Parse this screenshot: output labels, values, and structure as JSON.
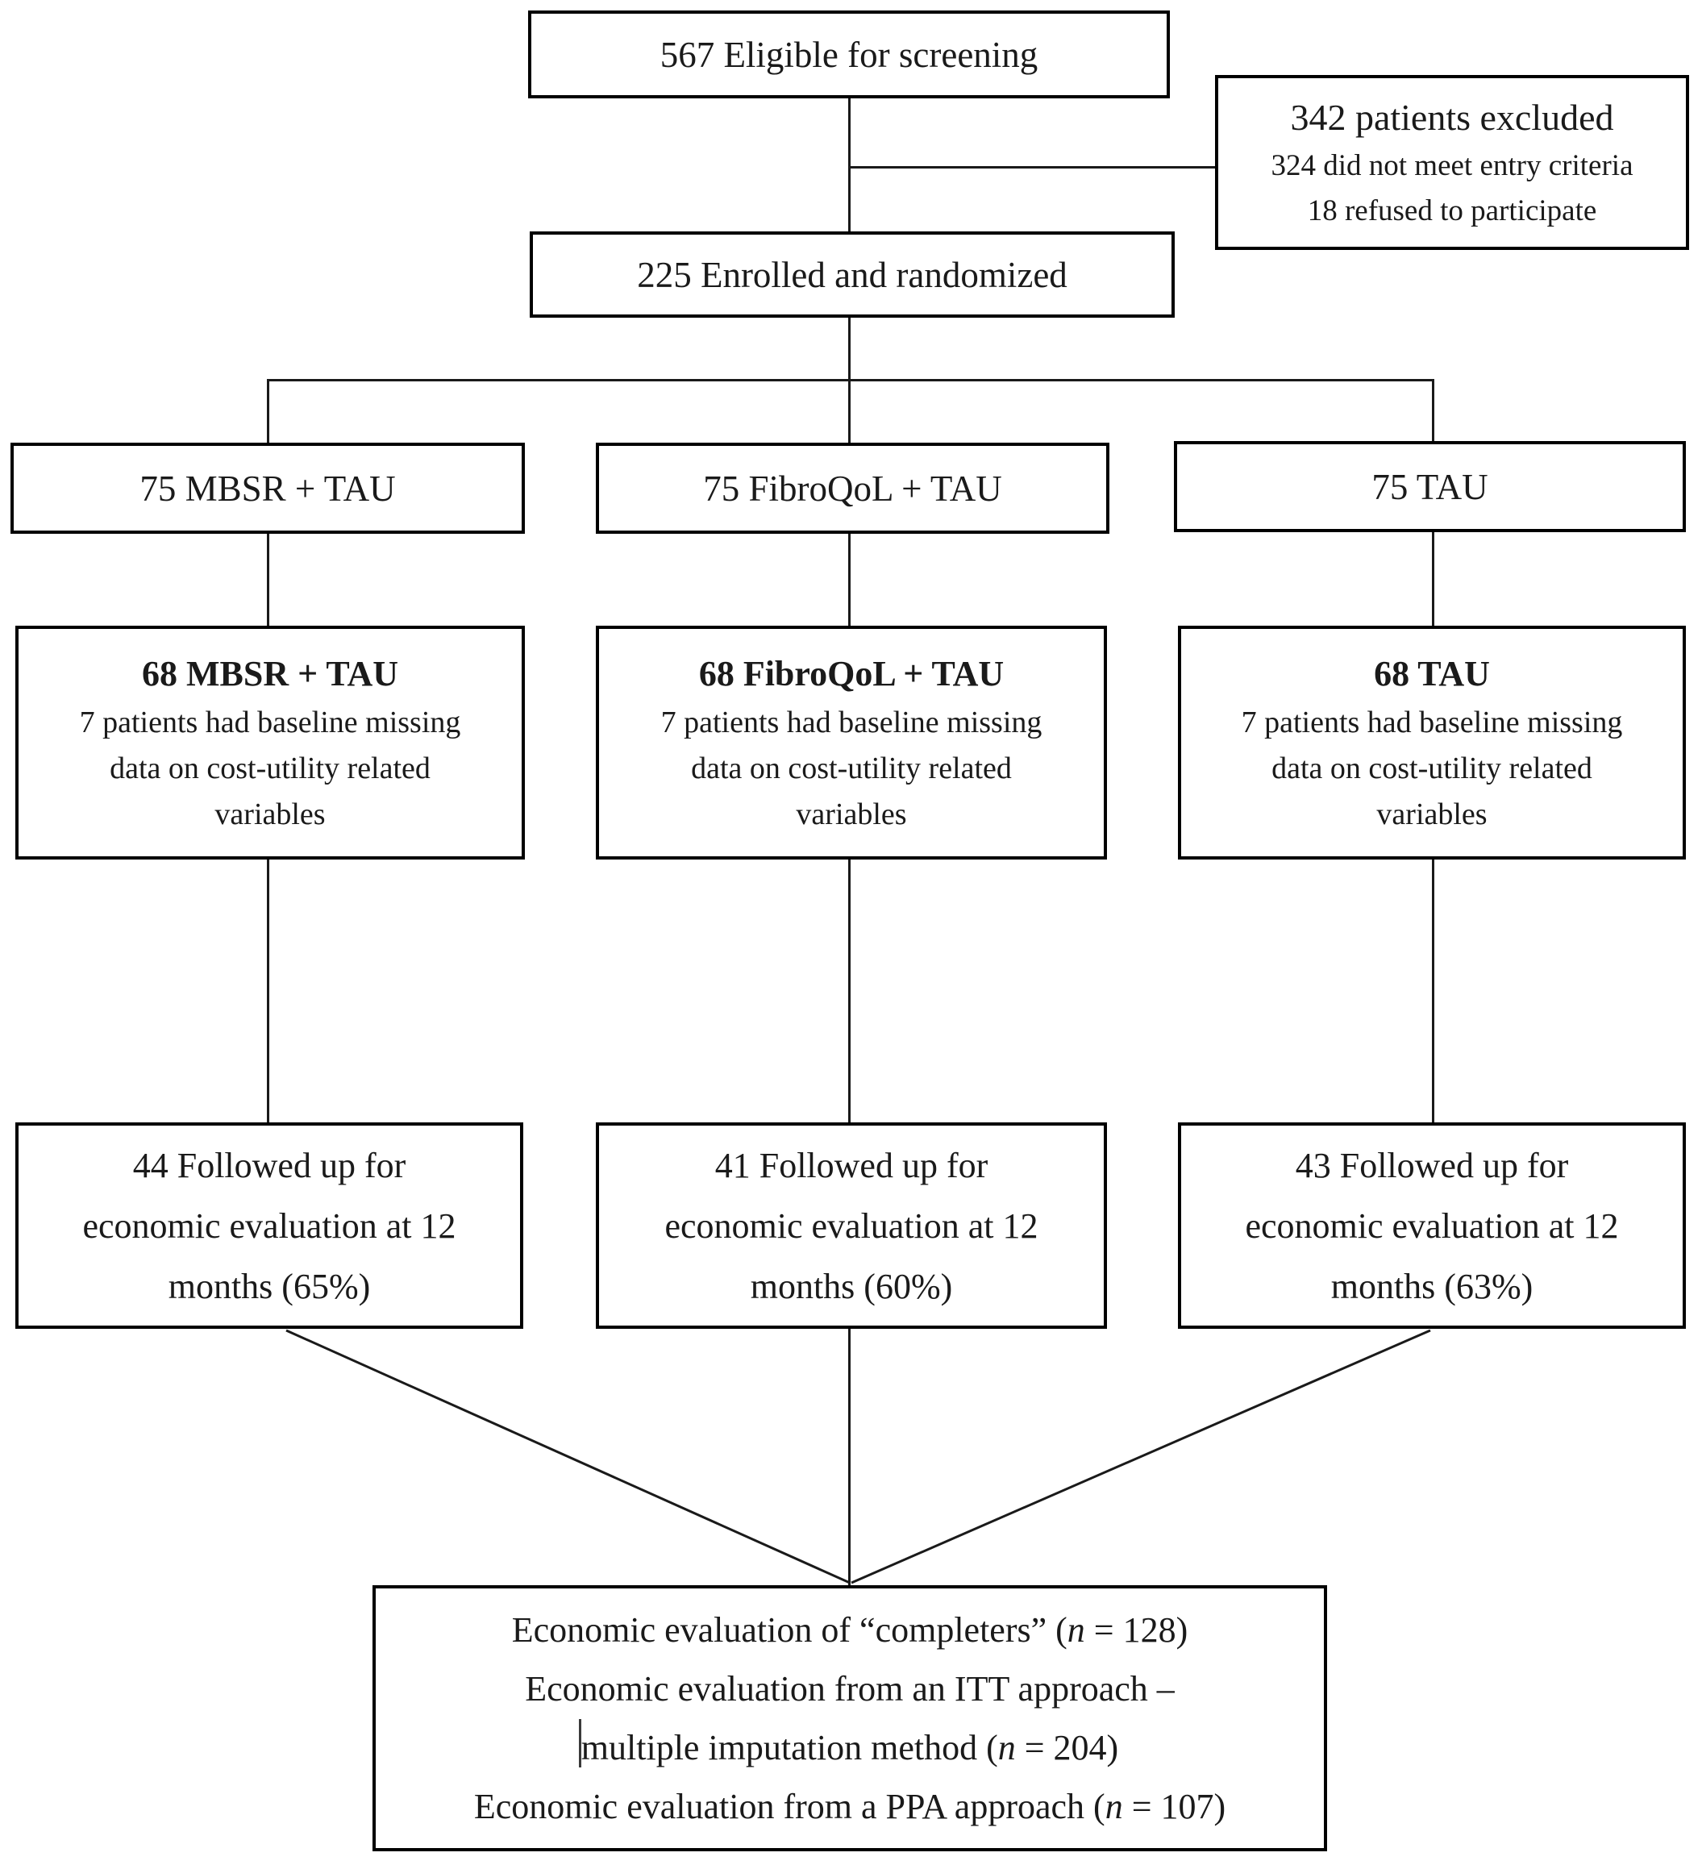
{
  "diagram": {
    "screening_label": "567 Eligible for screening",
    "excluded": {
      "heading": "342 patients excluded",
      "reason_1": "324 did not meet entry criteria",
      "reason_2": "18 refused to participate"
    },
    "randomized_label": "225 Enrolled and randomized",
    "arms": [
      {
        "allocation": "75 MBSR + TAU",
        "baseline_heading": "68 MBSR + TAU",
        "baseline_line_1": "7 patients had baseline missing",
        "baseline_line_2": "data on cost-utility related",
        "baseline_line_3": "variables",
        "followup_line_1": "44 Followed up for",
        "followup_line_2": "economic evaluation at 12",
        "followup_line_3": "months (65%)"
      },
      {
        "allocation": "75 FibroQoL + TAU",
        "baseline_heading": "68 FibroQoL + TAU",
        "baseline_line_1": "7 patients had baseline missing",
        "baseline_line_2": "data on cost-utility related",
        "baseline_line_3": "variables",
        "followup_line_1": "41 Followed up for",
        "followup_line_2": "economic evaluation at 12",
        "followup_line_3": "months (60%)"
      },
      {
        "allocation": "75 TAU",
        "baseline_heading": "68 TAU",
        "baseline_line_1": "7 patients had baseline missing",
        "baseline_line_2": "data on cost-utility related",
        "baseline_line_3": "variables",
        "followup_line_1": "43 Followed up for",
        "followup_line_2": "economic evaluation at 12",
        "followup_line_3": "months (63%)"
      }
    ],
    "final": {
      "line_1_pre": "Economic evaluation of “completers” (",
      "line_1_var": "n",
      "line_1_post": " = 128)",
      "line_2": "Economic evaluation from an ITT approach –",
      "line_3_pre": "multiple imputation method (",
      "line_3_var": "n",
      "line_3_post": " = 204)",
      "line_4_pre": "Economic evaluation from a PPA approach (",
      "line_4_var": "n",
      "line_4_post": " = 107)"
    }
  },
  "colors": {
    "background": "#ffffff",
    "border": "#000000",
    "line": "#1a1a1a",
    "text": "#1a1a1a"
  }
}
